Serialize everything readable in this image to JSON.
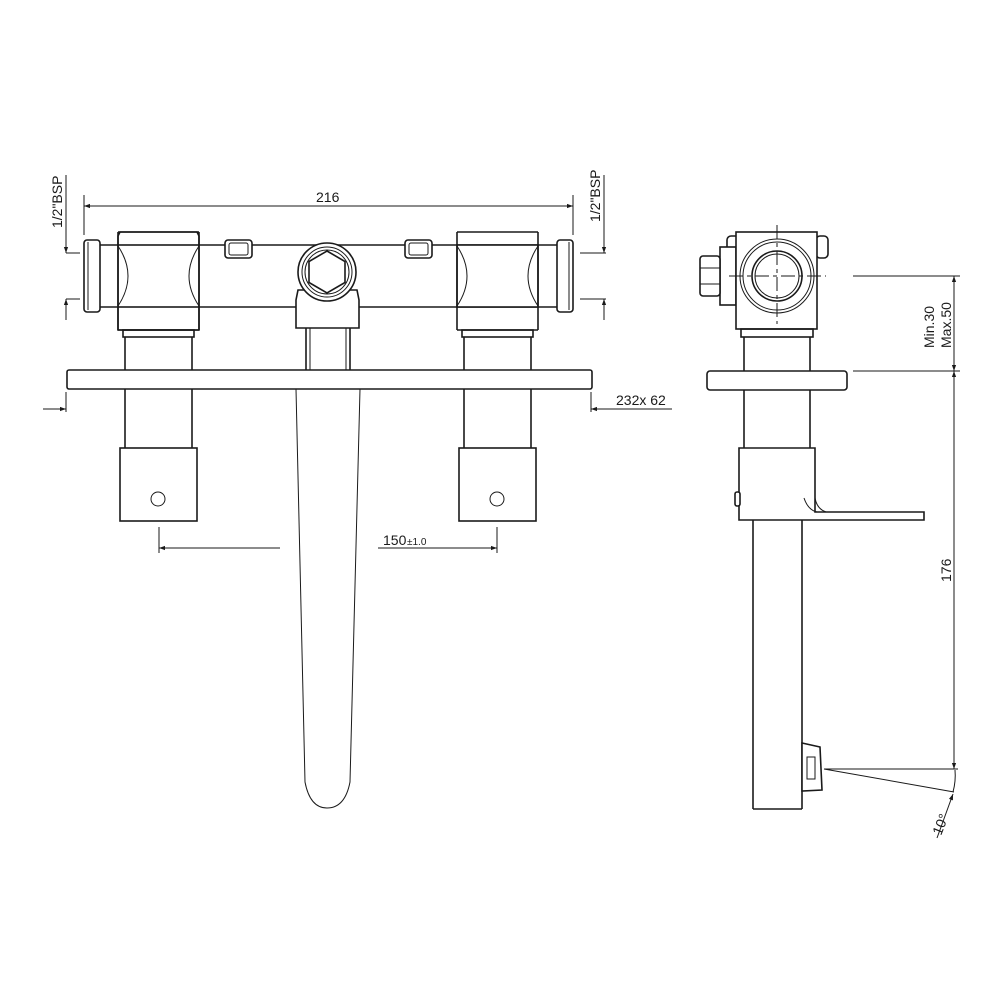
{
  "drawing": {
    "subject": "Wall-mounted basin mixer (3-hole) technical drawing",
    "views": [
      "front-view",
      "side-view"
    ],
    "line_color": "#1a1a1a",
    "background": "#ffffff"
  },
  "front_view": {
    "overall_width_label": "216",
    "inlet_left_label": "1/2\"BSP",
    "inlet_right_label": "1/2\"BSP",
    "plate_label": "232x 62",
    "handle_spacing_label": "150",
    "handle_spacing_tolerance": "±1.0"
  },
  "side_view": {
    "wall_depth_min_label": "Min.30",
    "wall_depth_max_label": "Max.50",
    "spout_height_label": "176",
    "spout_angle_label": "10°"
  }
}
